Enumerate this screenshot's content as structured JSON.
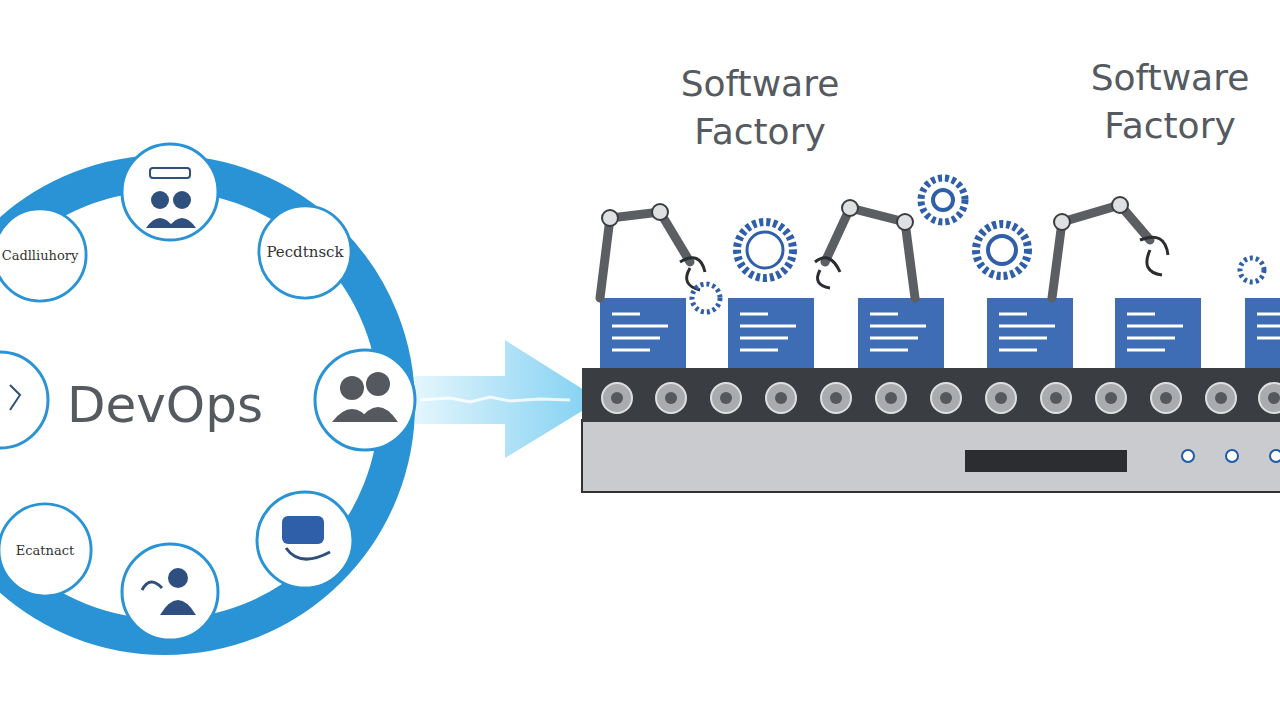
{
  "diagram": {
    "nodes": [
      {
        "text": [
          "DevOps"
        ]
      },
      {
        "text": [
          "Cadlliuhory"
        ],
        "in": 0
      },
      {
        "text": [
          "Pecdtnsck"
        ],
        "in": 0
      },
      {
        "text": [
          "Ecatnact"
        ],
        "in": 0
      }
    ],
    "labels": [
      "Software Factory",
      "Software Factory"
    ]
  }
}
